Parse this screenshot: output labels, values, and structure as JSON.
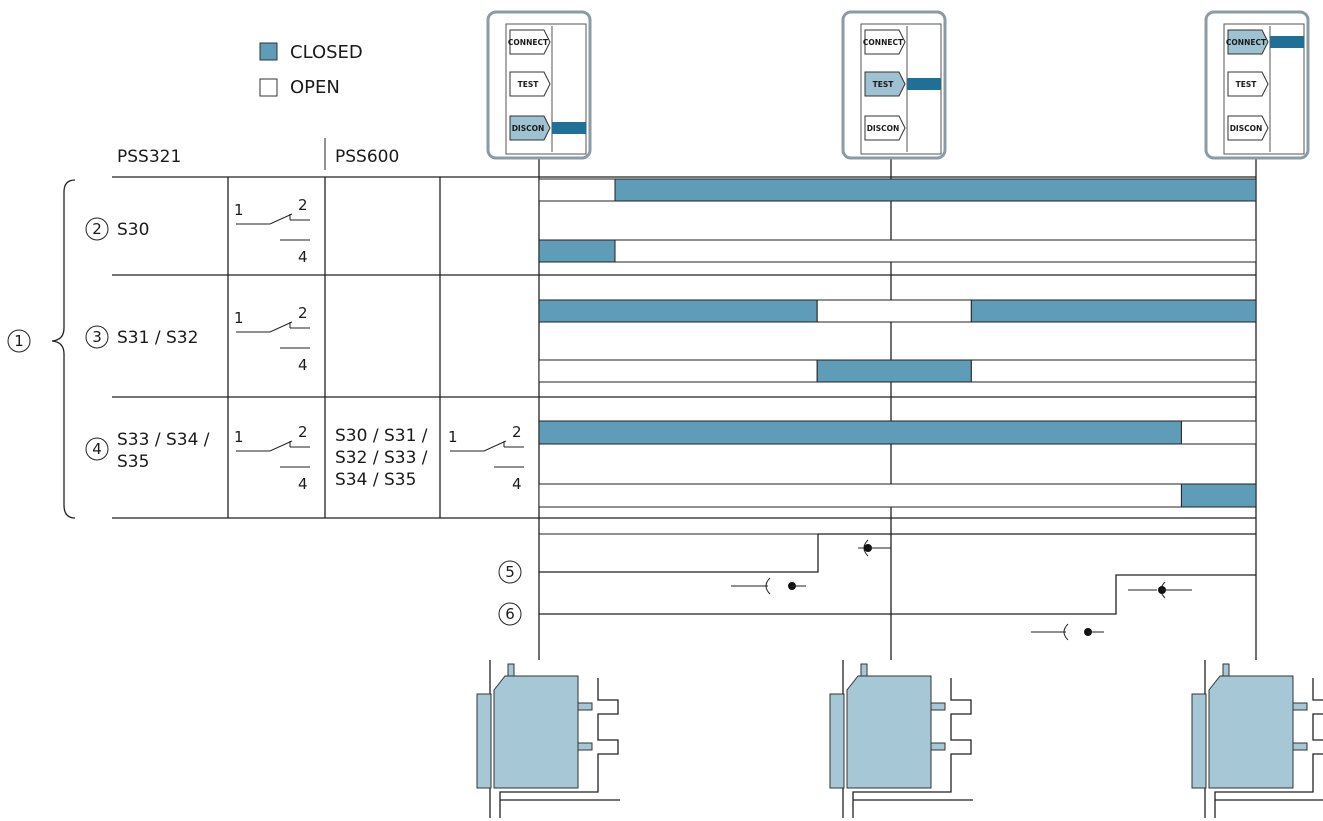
{
  "colors": {
    "closed": "#5f9cb8",
    "open": "#ffffff",
    "panel_border": "#8a9ba6",
    "device_fill": "#a6c8d6",
    "button_active": "#9fc2d3",
    "indicator": "#1f6f96"
  },
  "legend": {
    "closed_label": "CLOSED",
    "open_label": "OPEN"
  },
  "columns": {
    "pss321": "PSS321",
    "pss600": "PSS600"
  },
  "group_marker": "1",
  "rows": [
    {
      "marker": "2",
      "name": "S30",
      "pss600_label": ""
    },
    {
      "marker": "3",
      "name": "S31 / S32",
      "pss600_label": ""
    },
    {
      "marker": "4",
      "name_line1": "S33 / S34 /",
      "name_line2": "S35",
      "pss600_line1": "S30 / S31 /",
      "pss600_line2": "S32 / S33 /",
      "pss600_line3": "S34 / S35"
    }
  ],
  "contact": {
    "common": "1",
    "no": "2",
    "nc": "4"
  },
  "panels": [
    {
      "connect": "CONNECT",
      "test": "TEST",
      "discon": "DISCON",
      "active": "discon"
    },
    {
      "connect": "CONNECT",
      "test": "TEST",
      "discon": "DISCON",
      "active": "test"
    },
    {
      "connect": "CONNECT",
      "test": "TEST",
      "discon": "DISCON",
      "active": "connect"
    }
  ],
  "signal_markers": {
    "five": "5",
    "six": "6"
  },
  "timing": {
    "s30_no": [
      {
        "from": 0.0,
        "to": 0.106,
        "state": "open"
      },
      {
        "from": 0.106,
        "to": 1.0,
        "state": "closed"
      }
    ],
    "s30_nc": [
      {
        "from": 0.0,
        "to": 0.106,
        "state": "closed"
      },
      {
        "from": 0.106,
        "to": 1.0,
        "state": "open"
      }
    ],
    "s31_no": [
      {
        "from": 0.0,
        "to": 0.388,
        "state": "closed"
      },
      {
        "from": 0.388,
        "to": 0.603,
        "state": "open"
      },
      {
        "from": 0.603,
        "to": 1.0,
        "state": "closed"
      }
    ],
    "s31_nc": [
      {
        "from": 0.0,
        "to": 0.388,
        "state": "open"
      },
      {
        "from": 0.388,
        "to": 0.603,
        "state": "closed"
      },
      {
        "from": 0.603,
        "to": 1.0,
        "state": "open"
      }
    ],
    "s33_no": [
      {
        "from": 0.0,
        "to": 0.896,
        "state": "closed"
      },
      {
        "from": 0.896,
        "to": 1.0,
        "state": "open"
      }
    ],
    "s33_nc": [
      {
        "from": 0.0,
        "to": 0.896,
        "state": "open"
      },
      {
        "from": 0.896,
        "to": 1.0,
        "state": "closed"
      }
    ]
  }
}
